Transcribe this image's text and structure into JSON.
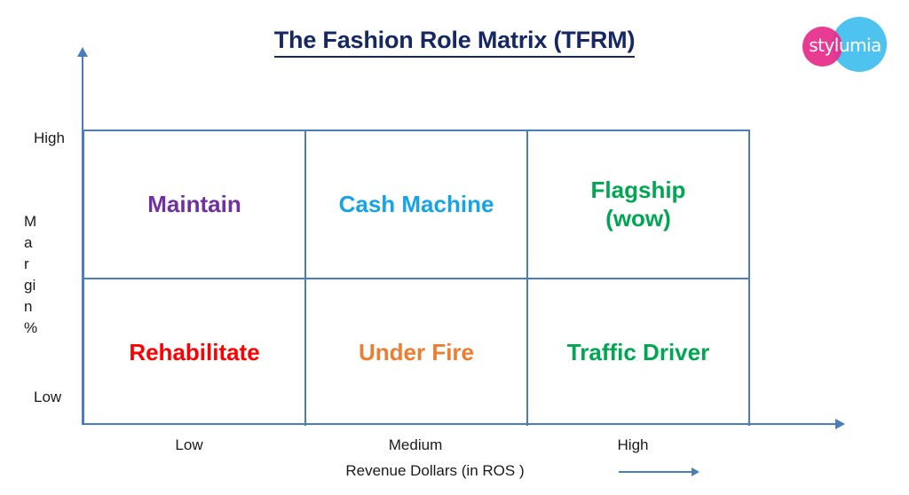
{
  "title": "The Fashion Role Matrix (TFRM) ",
  "logo": {
    "text": "stylumia",
    "pink": "#e62d8b",
    "blue": "#4ec3ef"
  },
  "colors": {
    "title": "#152864",
    "axis": "#4a7ebb",
    "grid": "#4a7ebb"
  },
  "chart_data": {
    "type": "table",
    "title": "The Fashion Role Matrix (TFRM)",
    "xlabel": "Revenue Dollars (in ROS )",
    "ylabel": "Margin %",
    "x_categories": [
      "Low",
      "Medium",
      "High"
    ],
    "y_categories": [
      "High",
      "Low"
    ],
    "grid": true,
    "legend": "none",
    "cells": [
      {
        "row": "High",
        "col": "Low",
        "label": "Maintain",
        "color": "#7030a0"
      },
      {
        "row": "High",
        "col": "Medium",
        "label": "Cash Machine",
        "color": "#17a3e8"
      },
      {
        "row": "High",
        "col": "High",
        "label": "Flagship\n(wow)",
        "color": "#00a651"
      },
      {
        "row": "Low",
        "col": "Low",
        "label": "Rehabilitate",
        "color": "#fe0000"
      },
      {
        "row": "Low",
        "col": "Medium",
        "label": "Under Fire",
        "color": "#ed7d31"
      },
      {
        "row": "Low",
        "col": "High",
        "label": "Traffic Driver",
        "color": "#00a651"
      }
    ]
  },
  "axes": {
    "y_title_letters": [
      "M",
      "a",
      "r",
      "gi",
      "n",
      "%"
    ],
    "y_tick_high": "High",
    "y_tick_low": "Low",
    "x_tick_low": "Low",
    "x_tick_medium": "Medium",
    "x_tick_high": "High",
    "x_title": "Revenue Dollars (in ROS )"
  }
}
